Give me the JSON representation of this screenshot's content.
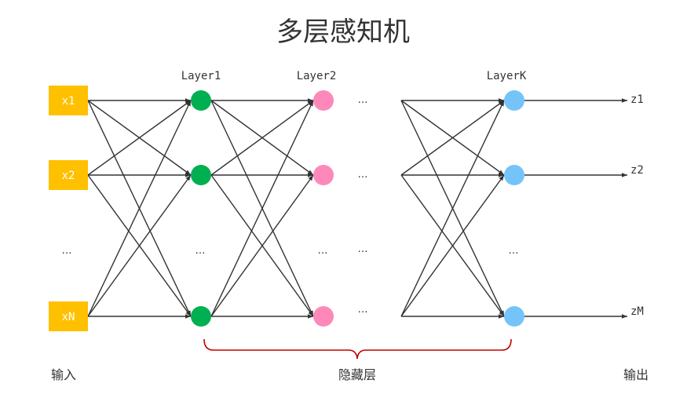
{
  "title": "多层感知机",
  "layers": {
    "layer1": "Layer1",
    "layer2": "Layer2",
    "layerK": "LayerK"
  },
  "inputs": [
    "x1",
    "x2",
    "xN"
  ],
  "outputs": [
    "z1",
    "z2",
    "zM"
  ],
  "ellipsis": "…",
  "bottom_labels": {
    "input": "输入",
    "hidden": "隐藏层",
    "output": "输出"
  },
  "colors": {
    "input_box": "#FFC000",
    "input_text": "#ffffff",
    "layer1_node": "#00B050",
    "layer2_node": "#FF88BB",
    "layerK_node": "#74C4FA",
    "edge": "#333333",
    "brace": "#C00000",
    "text": "#333333"
  }
}
